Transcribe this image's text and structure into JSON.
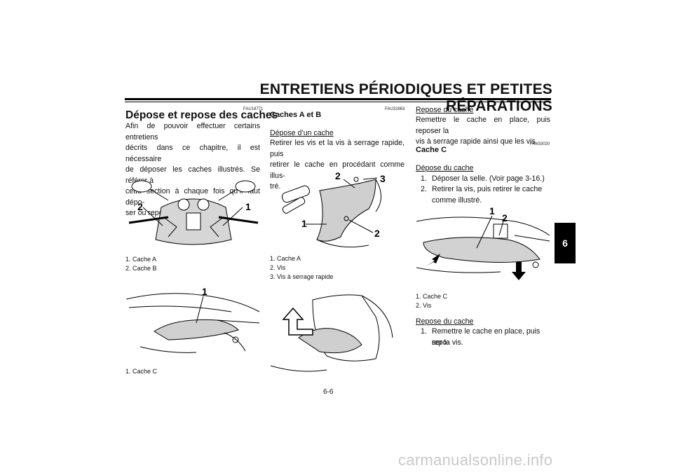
{
  "header": {
    "title": "ENTRETIENS PÉRIODIQUES ET PETITES RÉPARATIONS"
  },
  "side_tab": {
    "label": "6"
  },
  "col1": {
    "code": "FAU18771",
    "heading": "Dépose et repose des caches",
    "para_lines": [
      "Afin de pouvoir effectuer certains entretiens",
      "décrits dans ce chapitre, il est nécessaire",
      "de déposer les caches illustrés. Se référer à",
      "cette section à chaque fois qu’il faut dépo-",
      "ser ou reposer un cache."
    ],
    "fig1_callouts": [
      "2",
      "1"
    ],
    "fig1_captions": [
      "1. Cache A",
      "2. Cache B"
    ],
    "fig2_callouts": [
      "1"
    ],
    "fig2_captions": [
      "1. Cache C"
    ]
  },
  "col2": {
    "code": "FAU32863",
    "heading": "Caches A et B",
    "subheading": "Dépose d’un cache",
    "para_lines": [
      "Retirer les vis et la vis à serrage rapide, puis",
      "retirer le cache en procédant comme illus-",
      "tré."
    ],
    "fig3_callouts": [
      "2",
      "3",
      "1",
      "2"
    ],
    "fig3_captions": [
      "1. Cache A",
      "2. Vis",
      "3. Vis à serrage rapide"
    ]
  },
  "col3": {
    "subheading1": "Repose du cache",
    "para1_lines": [
      "Remettre le cache en place, puis reposer la",
      "vis à serrage rapide ainsi que les vis."
    ],
    "code": "FAU33020",
    "heading": "Cache C",
    "subheading2": "Dépose du cache",
    "steps": [
      {
        "n": "1.",
        "lines": [
          "Déposer la selle. (Voir page 3-16.)"
        ]
      },
      {
        "n": "2.",
        "lines": [
          "Retirer la vis, puis retirer le cache",
          "comme illustré."
        ]
      }
    ],
    "fig4_callouts": [
      "1",
      "2"
    ],
    "fig4_captions": [
      "1. Cache C",
      "2. Vis"
    ],
    "subheading3": "Repose du cache",
    "steps2": [
      {
        "n": "1.",
        "lines": [
          "Remettre le cache en place, puis repo-",
          "ser la vis."
        ]
      }
    ]
  },
  "page_number": "6-6",
  "watermark": "carmanualsonline.info"
}
